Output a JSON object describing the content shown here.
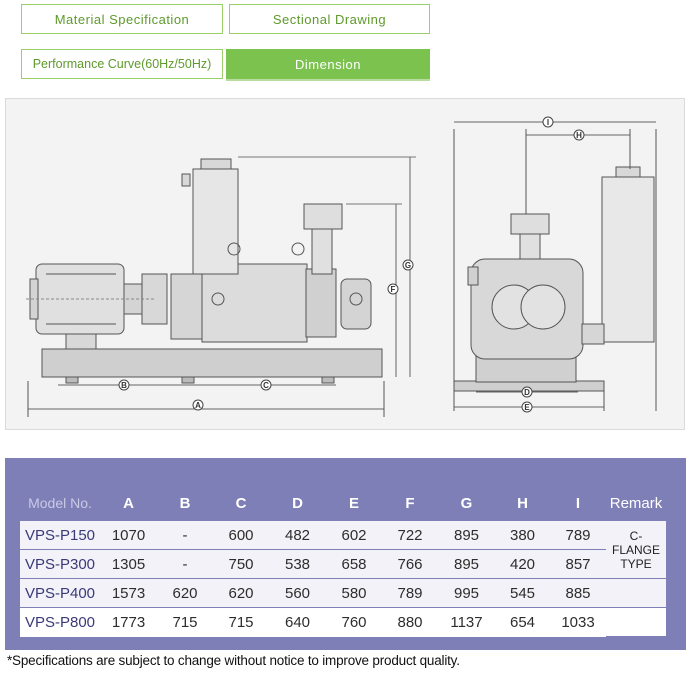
{
  "tabs": [
    {
      "label": "Material Specification",
      "active": false
    },
    {
      "label": "Sectional Drawing",
      "active": false
    },
    {
      "label": "Performance Curve(60Hz/50Hz)",
      "active": false
    },
    {
      "label": "Dimension",
      "active": true
    }
  ],
  "drawing": {
    "dimension_labels": [
      "A",
      "B",
      "C",
      "D",
      "E",
      "F",
      "G",
      "H",
      "I"
    ]
  },
  "table": {
    "headers": [
      "Model No.",
      "A",
      "B",
      "C",
      "D",
      "E",
      "F",
      "G",
      "H",
      "I",
      "Remark"
    ],
    "rows": [
      {
        "model": "VPS-P150",
        "A": "1070",
        "B": "-",
        "C": "600",
        "D": "482",
        "E": "602",
        "F": "722",
        "G": "895",
        "H": "380",
        "I": "789"
      },
      {
        "model": "VPS-P300",
        "A": "1305",
        "B": "-",
        "C": "750",
        "D": "538",
        "E": "658",
        "F": "766",
        "G": "895",
        "H": "420",
        "I": "857"
      },
      {
        "model": "VPS-P400",
        "A": "1573",
        "B": "620",
        "C": "620",
        "D": "560",
        "E": "580",
        "F": "789",
        "G": "995",
        "H": "545",
        "I": "885"
      },
      {
        "model": "VPS-P800",
        "A": "1773",
        "B": "715",
        "C": "715",
        "D": "640",
        "E": "760",
        "F": "880",
        "G": "1137",
        "H": "654",
        "I": "1033"
      }
    ],
    "remark_line1": "C-FLANGE",
    "remark_line2": "TYPE"
  },
  "footnote": "*Specifications are subject to change without notice to improve product quality."
}
